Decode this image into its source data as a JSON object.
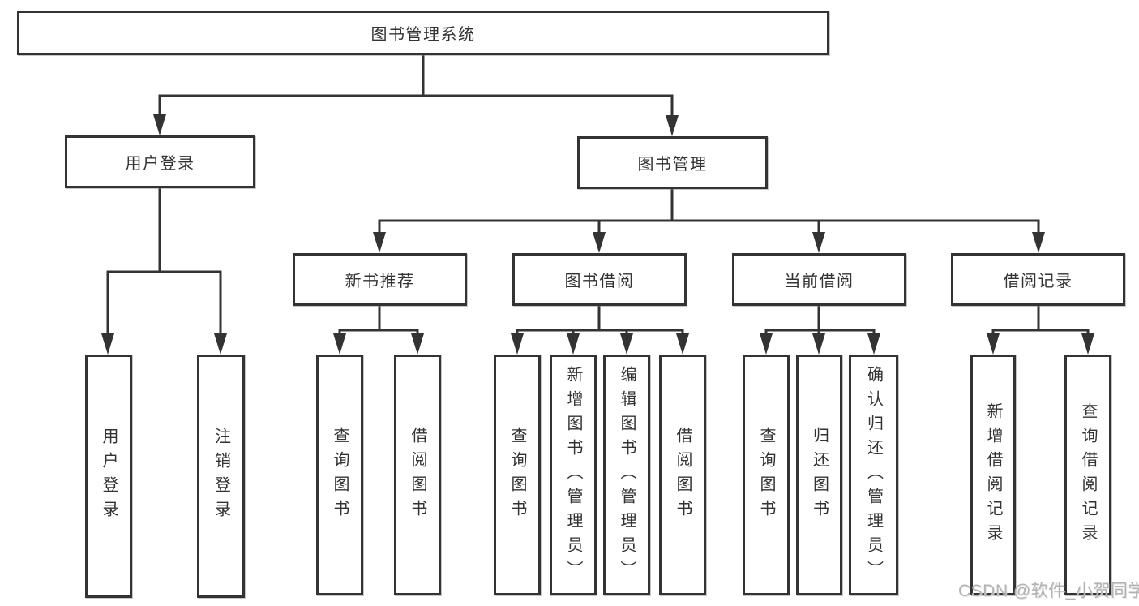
{
  "tree": {
    "label": "图书管理系统",
    "children": [
      {
        "label": "用户登录",
        "children": [
          {
            "label": "用户登录"
          },
          {
            "label": "注销登录"
          }
        ]
      },
      {
        "label": "图书管理",
        "children": [
          {
            "label": "新书推荐",
            "children": [
              {
                "label": "查询图书"
              },
              {
                "label": "借阅图书"
              }
            ]
          },
          {
            "label": "图书借阅",
            "children": [
              {
                "label": "查询图书"
              },
              {
                "label": "新增图书（管理员）"
              },
              {
                "label": "编辑图书（管理员）"
              },
              {
                "label": "借阅图书"
              }
            ]
          },
          {
            "label": "当前借阅",
            "children": [
              {
                "label": "查询图书"
              },
              {
                "label": "归还图书"
              },
              {
                "label": "确认归还（管理员）"
              }
            ]
          },
          {
            "label": "借阅记录",
            "children": [
              {
                "label": "新增借阅记录"
              },
              {
                "label": "查询借阅记录"
              }
            ]
          }
        ]
      }
    ]
  },
  "watermark": "CSDN @软件_小贺同学",
  "colors": {
    "line": "#333333",
    "text": "#333333",
    "box_background": "#ffffff",
    "watermark": "#b3b3b3",
    "page_background": "#ffffff"
  }
}
